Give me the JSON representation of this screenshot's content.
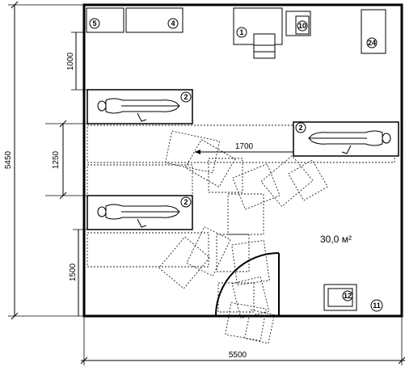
{
  "dimensions": {
    "room_width": "5500",
    "room_height": "5450",
    "gap_top": "1000",
    "bed_spacing": "1250",
    "gap_bottom": "1500",
    "bed_offset": "1700"
  },
  "area_label": "30,0 м²",
  "badges": {
    "b1": "1",
    "b2": "2",
    "b4": "4",
    "b5": "5",
    "b10": "10",
    "b11": "11",
    "b12": "12",
    "b24": "24"
  }
}
